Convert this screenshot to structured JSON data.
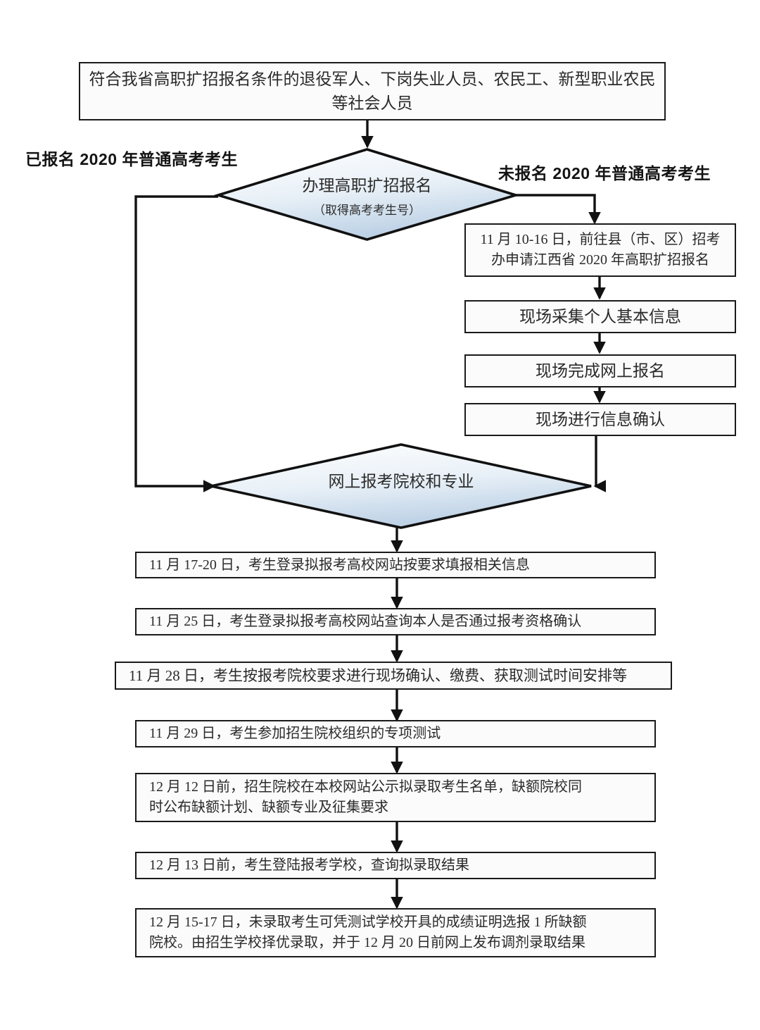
{
  "diagram": {
    "title": "江西省2020年高职扩招报名流程图",
    "type": "flowchart",
    "accent_fill_top": "#ffffff",
    "accent_fill_bottom": "#c5d7ea",
    "stroke": "#1a1a1a",
    "box_fill": "#fbfbfb",
    "text_color": "#2a2a2a"
  },
  "nodes": {
    "entry_box": {
      "line1": "符合我省高职扩招报名条件的退役军人、下岗失业人员、农民工、新型职业农民",
      "line2": "等社会人员"
    },
    "decision1": {
      "line1": "办理高职扩招报名",
      "line2": "（取得高考考生号）"
    },
    "decision2": {
      "line1": "网上报考院校和专业"
    },
    "apply_box": {
      "line1": "11 月 10-16 日，前往县（市、区）招考",
      "line2": "办申请江西省 2020 年高职扩招报名"
    },
    "collect_box": {
      "line1": "现场采集个人基本信息"
    },
    "online_reg_box": {
      "line1": "现场完成网上报名"
    },
    "confirm_box": {
      "line1": "现场进行信息确认"
    },
    "step_1117": {
      "line1": "11 月 17-20 日，考生登录拟报考高校网站按要求填报相关信息"
    },
    "step_1125": {
      "line1": "11 月 25 日，考生登录拟报考高校网站查询本人是否通过报考资格确认"
    },
    "step_1128": {
      "line1": "11 月 28 日，考生按报考院校要求进行现场确认、缴费、获取测试时间安排等"
    },
    "step_1129": {
      "line1": "11 月 29 日，考生参加招生院校组织的专项测试"
    },
    "step_1212": {
      "line1": "12 月 12 日前，招生院校在本校网站公示拟录取考生名单，缺额院校同",
      "line2": "时公布缺额计划、缺额专业及征集要求"
    },
    "step_1213": {
      "line1": "12 月 13 日前，考生登陆报考学校，查询拟录取结果"
    },
    "step_1215": {
      "line1": "12 月 15-17 日，未录取考生可凭测试学校开具的成绩证明选报 1 所缺额",
      "line2": "院校。由招生学校择优录取，并于 12 月 20 日前网上发布调剂录取结果"
    }
  },
  "labels": {
    "branch_left": "已报名 2020 年普通高考考生",
    "branch_right": "未报名 2020 年普通高考考生"
  }
}
